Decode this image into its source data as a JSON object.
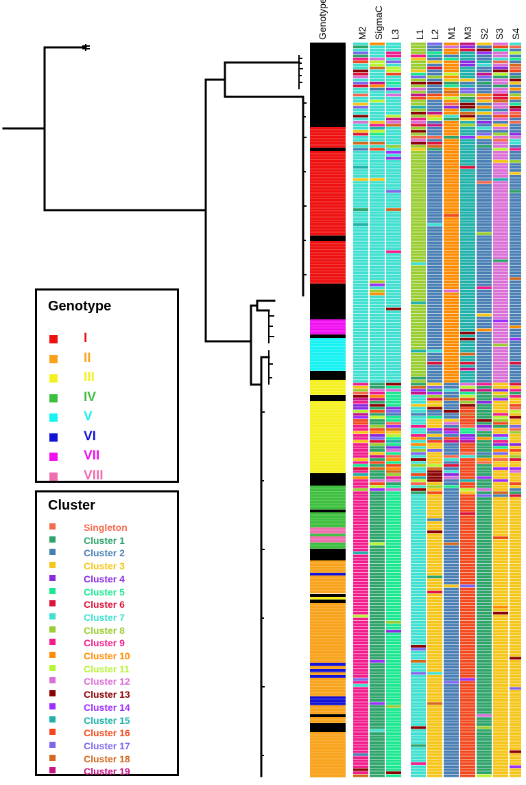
{
  "columns": [
    "Genotype",
    "M2",
    "SigmaC",
    "L3",
    "L1",
    "L2",
    "M1",
    "M3",
    "S2",
    "S3",
    "S4"
  ],
  "genotype_legend": {
    "title": "Genotype",
    "items": [
      {
        "label": "I",
        "color": "#ee1111"
      },
      {
        "label": "II",
        "color": "#f8a31b"
      },
      {
        "label": "III",
        "color": "#f5f022"
      },
      {
        "label": "IV",
        "color": "#3fbf3f"
      },
      {
        "label": "V",
        "color": "#18f2f2"
      },
      {
        "label": "VI",
        "color": "#1414d6"
      },
      {
        "label": "VII",
        "color": "#f010f0"
      },
      {
        "label": "VIII",
        "color": "#f06fb0"
      }
    ]
  },
  "cluster_legend": {
    "title": "Cluster",
    "items": [
      {
        "label": "Singleton",
        "color": "#f46a4e"
      },
      {
        "label": "Cluster 1",
        "color": "#2ea36a"
      },
      {
        "label": "Cluster 2",
        "color": "#4a7fb5"
      },
      {
        "label": "Cluster 3",
        "color": "#f5c518"
      },
      {
        "label": "Cluster 4",
        "color": "#8a2be2"
      },
      {
        "label": "Cluster 5",
        "color": "#19e890"
      },
      {
        "label": "Cluster 6",
        "color": "#dc143c"
      },
      {
        "label": "Cluster 7",
        "color": "#40e0d0"
      },
      {
        "label": "Cluster 8",
        "color": "#9acd32"
      },
      {
        "label": "Cluster 9",
        "color": "#f21d8c"
      },
      {
        "label": "Cluster 10",
        "color": "#ff8c00"
      },
      {
        "label": "Cluster 11",
        "color": "#b7f434"
      },
      {
        "label": "Cluster 12",
        "color": "#da70d6"
      },
      {
        "label": "Cluster 13",
        "color": "#8b0000"
      },
      {
        "label": "Cluster 14",
        "color": "#9b30ff"
      },
      {
        "label": "Cluster 15",
        "color": "#20b2aa"
      },
      {
        "label": "Cluster 16",
        "color": "#f2481e"
      },
      {
        "label": "Cluster 17",
        "color": "#7b68ee"
      },
      {
        "label": "Cluster 18",
        "color": "#d2691e"
      },
      {
        "label": "Cluster 19",
        "color": "#c71585"
      }
    ]
  },
  "genotype_blocks": [
    {
      "genotype": "I",
      "rows": 0
    },
    {
      "genotype": "",
      "rows": 28
    },
    {
      "genotype": "I",
      "rows": 7
    },
    {
      "genotype": "",
      "rows": 1
    },
    {
      "genotype": "I",
      "rows": 28
    },
    {
      "genotype": "",
      "rows": 2
    },
    {
      "genotype": "I",
      "rows": 14
    },
    {
      "genotype": "",
      "rows": 12
    },
    {
      "genotype": "VII",
      "rows": 5
    },
    {
      "genotype": "",
      "rows": 1
    },
    {
      "genotype": "V",
      "rows": 11
    },
    {
      "genotype": "",
      "rows": 3
    },
    {
      "genotype": "III",
      "rows": 5
    },
    {
      "genotype": "",
      "rows": 2
    },
    {
      "genotype": "III",
      "rows": 24
    },
    {
      "genotype": "",
      "rows": 4
    },
    {
      "genotype": "IV",
      "rows": 8
    },
    {
      "genotype": "",
      "rows": 1
    },
    {
      "genotype": "IV",
      "rows": 5
    },
    {
      "genotype": "VIII",
      "rows": 2
    },
    {
      "genotype": "IV",
      "rows": 1
    },
    {
      "genotype": "VIII",
      "rows": 2
    },
    {
      "genotype": "IV",
      "rows": 2
    },
    {
      "genotype": "",
      "rows": 4
    },
    {
      "genotype": "II",
      "rows": 4
    },
    {
      "genotype": "VI",
      "rows": 1
    },
    {
      "genotype": "II",
      "rows": 6
    },
    {
      "genotype": "",
      "rows": 1
    },
    {
      "genotype": "III",
      "rows": 1
    },
    {
      "genotype": "",
      "rows": 1
    },
    {
      "genotype": "II",
      "rows": 20
    },
    {
      "genotype": "VI",
      "rows": 1
    },
    {
      "genotype": "II",
      "rows": 1
    },
    {
      "genotype": "VI",
      "rows": 1
    },
    {
      "genotype": "II",
      "rows": 1
    },
    {
      "genotype": "VI",
      "rows": 1
    },
    {
      "genotype": "II",
      "rows": 6
    },
    {
      "genotype": "VI",
      "rows": 3
    },
    {
      "genotype": "II",
      "rows": 3
    },
    {
      "genotype": "",
      "rows": 1
    },
    {
      "genotype": "II",
      "rows": 2
    },
    {
      "genotype": "",
      "rows": 3
    },
    {
      "genotype": "II",
      "rows": 15
    }
  ]
}
